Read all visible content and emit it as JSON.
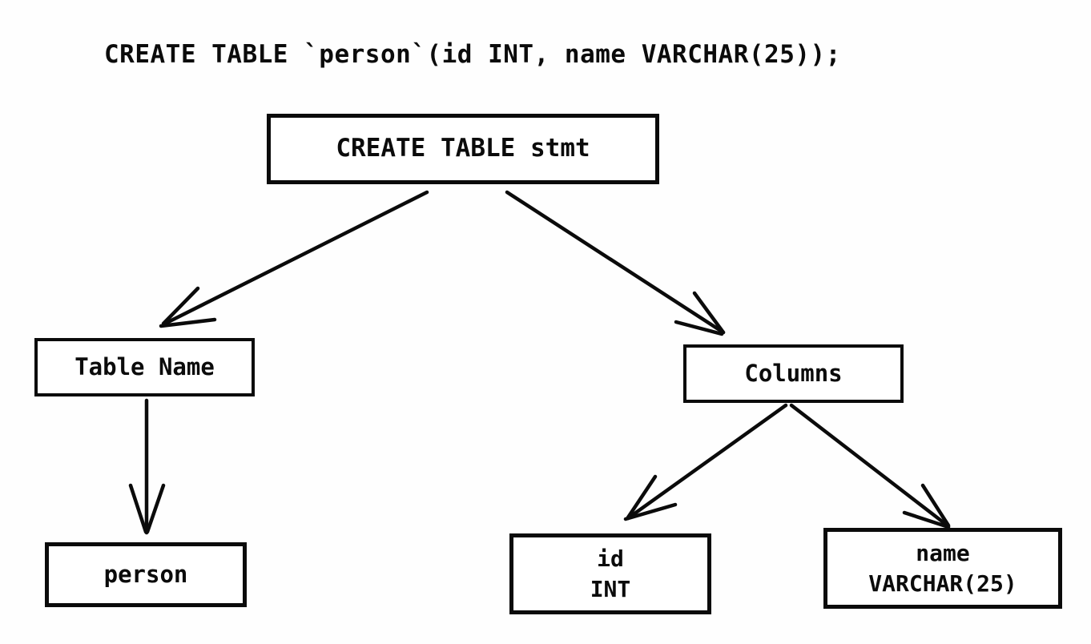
{
  "sql_statement": "CREATE TABLE `person`(id INT, name VARCHAR(25));",
  "diagram": {
    "type": "parse-tree",
    "nodes": {
      "root": {
        "label": "CREATE TABLE stmt"
      },
      "table_name": {
        "label": "Table Name"
      },
      "columns": {
        "label": "Columns"
      },
      "person": {
        "label": "person"
      },
      "id_col": {
        "line1": "id",
        "line2": "INT"
      },
      "name_col": {
        "line1": "name",
        "line2": "VARCHAR(25)"
      }
    },
    "edges": [
      {
        "from": "root",
        "to": "table_name"
      },
      {
        "from": "root",
        "to": "columns"
      },
      {
        "from": "table_name",
        "to": "person"
      },
      {
        "from": "columns",
        "to": "id_col"
      },
      {
        "from": "columns",
        "to": "name_col"
      }
    ],
    "colors": {
      "ink": "#0b0b0b",
      "background": "#fefefe"
    }
  }
}
